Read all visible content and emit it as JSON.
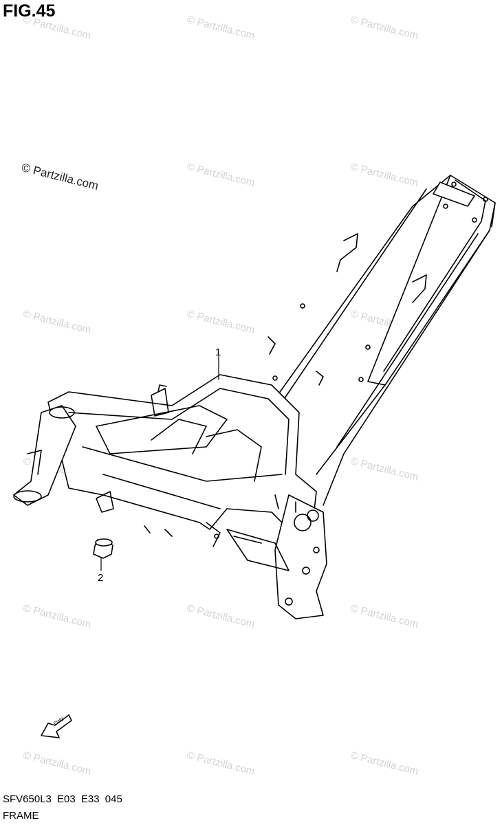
{
  "figure": {
    "title": "FIG.45"
  },
  "watermark": {
    "text": "© Partzilla.com",
    "dark_text": "© Partzilla.com"
  },
  "callouts": [
    {
      "id": "1",
      "label": "1"
    },
    {
      "id": "2",
      "label": "2"
    }
  ],
  "fwd_arrow": {
    "label": "FWD"
  },
  "footer": {
    "model_code": "SFV650L3  E03  E33  045",
    "section_name": "FRAME"
  }
}
